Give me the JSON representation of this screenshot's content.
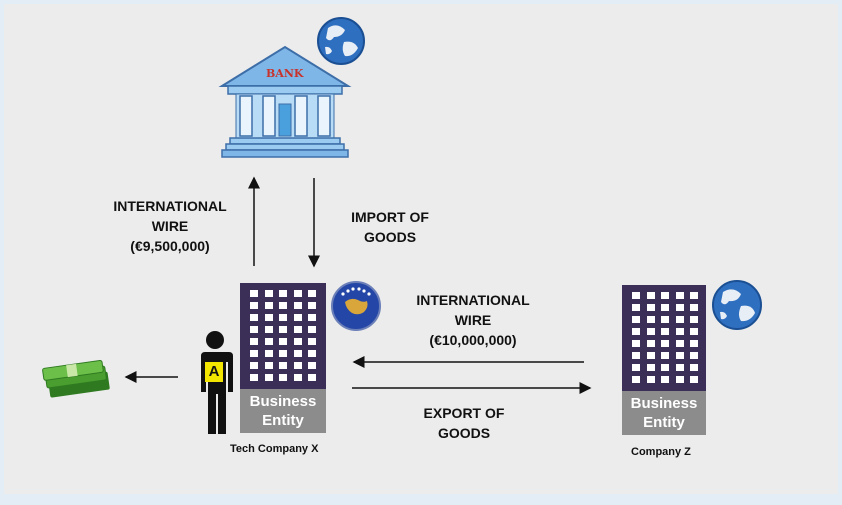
{
  "bank": {
    "sign": "BANK"
  },
  "flows": {
    "wire_to_bank": [
      "INTERNATIONAL",
      "WIRE",
      "(€9,500,000)"
    ],
    "import_goods": [
      "IMPORT OF",
      "GOODS"
    ],
    "wire_from_z": [
      "INTERNATIONAL",
      "WIRE",
      "(€10,000,000)"
    ],
    "export_goods": [
      "EXPORT OF",
      "GOODS"
    ]
  },
  "entities": {
    "tech_company": {
      "plate": [
        "Business",
        "Entity"
      ],
      "caption": "Tech Company X"
    },
    "company_z": {
      "plate": [
        "Business",
        "Entity"
      ],
      "caption": "Company Z"
    }
  },
  "person": {
    "letter": "A"
  },
  "colors": {
    "background": "#e3edf5",
    "panel": "#ececec",
    "building": "#3b2f57",
    "plate": "#8c8c8c",
    "bank": "#7eb6e8",
    "money": "#4a9e2f",
    "flag": "#2446a6",
    "person_badge": "#f2e600"
  },
  "icons": [
    "bank-icon",
    "globe-icon",
    "kosovo-flag-icon",
    "person-icon",
    "money-icon"
  ]
}
